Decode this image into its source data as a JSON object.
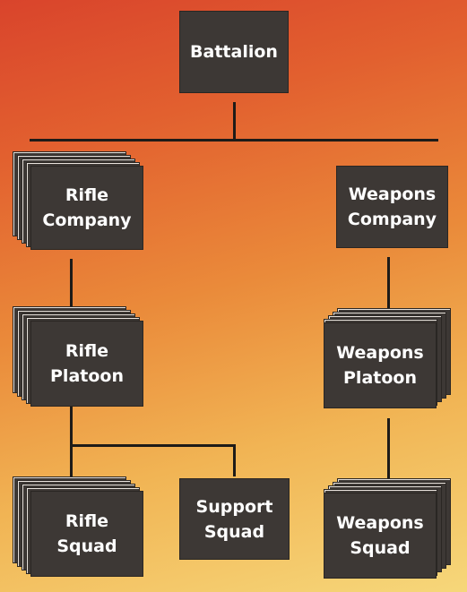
{
  "org_chart": {
    "battalion": "Battalion",
    "rifle_company": "Rifle\nCompany",
    "weapons_company": "Weapons\nCompany",
    "rifle_platoon": "Rifle\nPlatoon",
    "weapons_platoon": "Weapons\nPlatoon",
    "rifle_squad": "Rifle\nSquad",
    "support_squad": "Support\nSquad",
    "weapons_squad": "Weapons\nSquad"
  },
  "colors": {
    "box_fill": "#3d3835",
    "connector": "#1e1b18",
    "text": "#ffffff",
    "background_top": "#d9442c",
    "background_bottom": "#f6d77a"
  }
}
